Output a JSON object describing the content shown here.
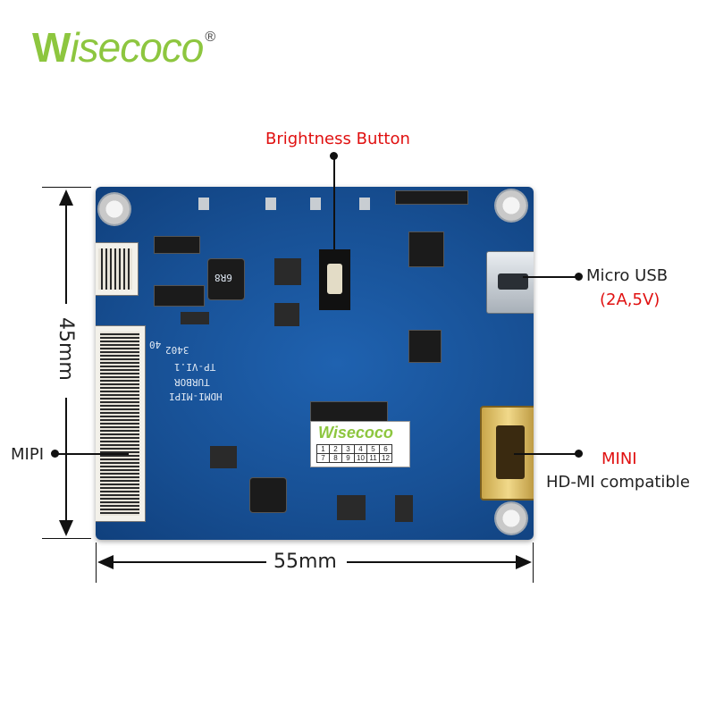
{
  "brand": {
    "logo_initial": "W",
    "logo_rest": "isecoco",
    "registered_mark": "®",
    "label_text": "Wisecoco",
    "label_grid": [
      [
        "1",
        "2",
        "3",
        "4",
        "5",
        "6"
      ],
      [
        "7",
        "8",
        "9",
        "10",
        "11",
        "12"
      ]
    ],
    "brand_color": "#8dc63f"
  },
  "labels": {
    "brightness_button": "Brightness Button",
    "micro_usb": "Micro USB",
    "micro_usb_spec": "(2A,5V)",
    "mini": "MINI",
    "hdmi_compatible": "HD-MI compatible",
    "mipi": "MIPI"
  },
  "dimensions": {
    "height": "45mm",
    "width": "55mm"
  },
  "silkscreen": {
    "line1": "TURBOR",
    "line2": "TP-VI.1",
    "line3": "HDMI-MIPI",
    "code": "3402",
    "mark": "40",
    "inductor": "6R8"
  },
  "colors": {
    "board": "#174f93",
    "accent_red": "#e01010",
    "text": "#222222"
  }
}
